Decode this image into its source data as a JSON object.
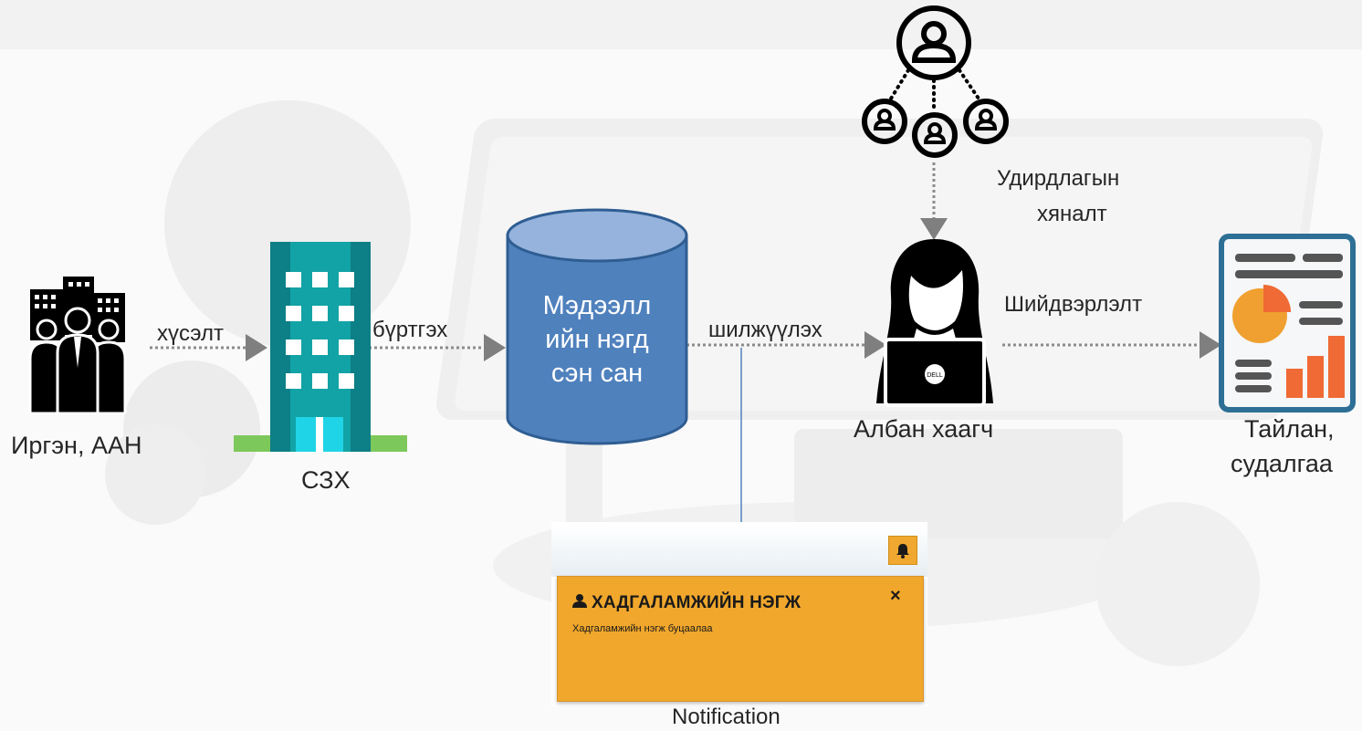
{
  "labels": {
    "citizen": "Иргэн, ААН",
    "request": "хүсэлт",
    "cdc": "СЗХ",
    "register": "бүртгэх",
    "database": "Мэдээлл ийн нэгд сэн сан",
    "transfer": "шилжүүлэх",
    "management_line1": "Удирдлагын",
    "management_line2": "хяналт",
    "officer": "Албан хаагч",
    "decision": "Шийдвэрлэлт",
    "report_line1": "Тайлан,",
    "report_line2": "судалгаа",
    "notification": "Notification"
  },
  "database_lines": [
    "Мэдээлл",
    "ийн нэгд",
    "сэн сан"
  ],
  "laptop_brand": "DELL",
  "notification_card": {
    "title": "ХАДГАЛАМЖИЙН НЭГЖ",
    "message": "Хадгаламжийн нэгж буцаалаа",
    "close": "×"
  },
  "colors": {
    "database_fill": "#4f81bd",
    "database_top": "#8eaedb",
    "notification_orange": "#f0a72c",
    "building_teal": "#0f9aa0",
    "chart_orange": "#f06a35",
    "report_frame": "#2e6f96"
  },
  "icons": {
    "citizen": "business-people-icon",
    "building": "building-icon",
    "officer": "woman-laptop-icon",
    "team": "team-hierarchy-icon",
    "report": "report-chart-icon",
    "bell": "bell-icon",
    "user": "user-icon"
  }
}
